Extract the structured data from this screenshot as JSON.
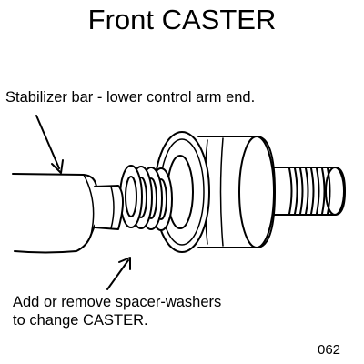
{
  "title": "Front CASTER",
  "callout_stabilizer": "Stabilizer bar - lower control arm end.",
  "callout_washers_line1": "Add or remove spacer-washers",
  "callout_washers_line2": "to change CASTER.",
  "figure_number": "062",
  "icons": {
    "arrow_stabilizer": "arrow-down-right-icon",
    "arrow_washers": "arrow-up-right-icon"
  }
}
